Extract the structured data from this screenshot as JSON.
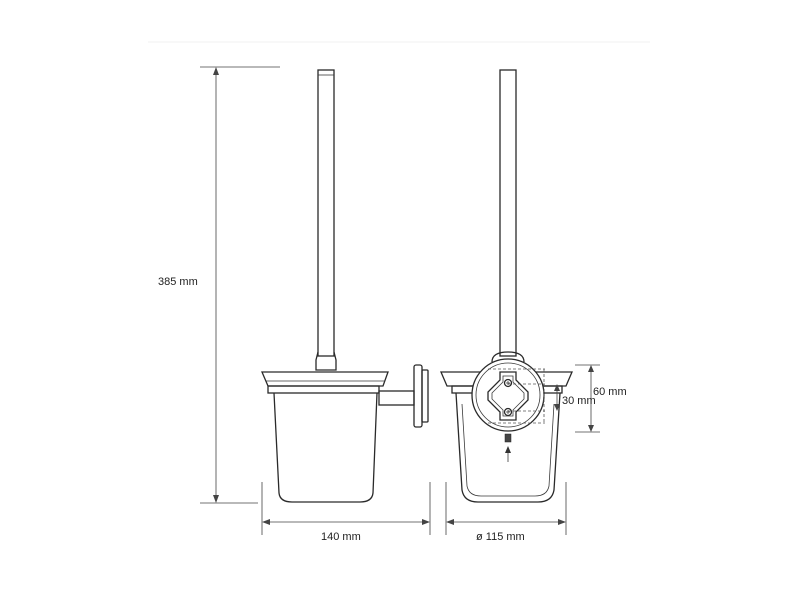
{
  "dimensions": {
    "height": "385 mm",
    "width": "140 mm",
    "diameter": "ø 115 mm",
    "mount_height": "60 mm",
    "mount_spacing": "30 mm"
  },
  "colors": {
    "line": "#2a2a2a",
    "background": "#ffffff"
  }
}
